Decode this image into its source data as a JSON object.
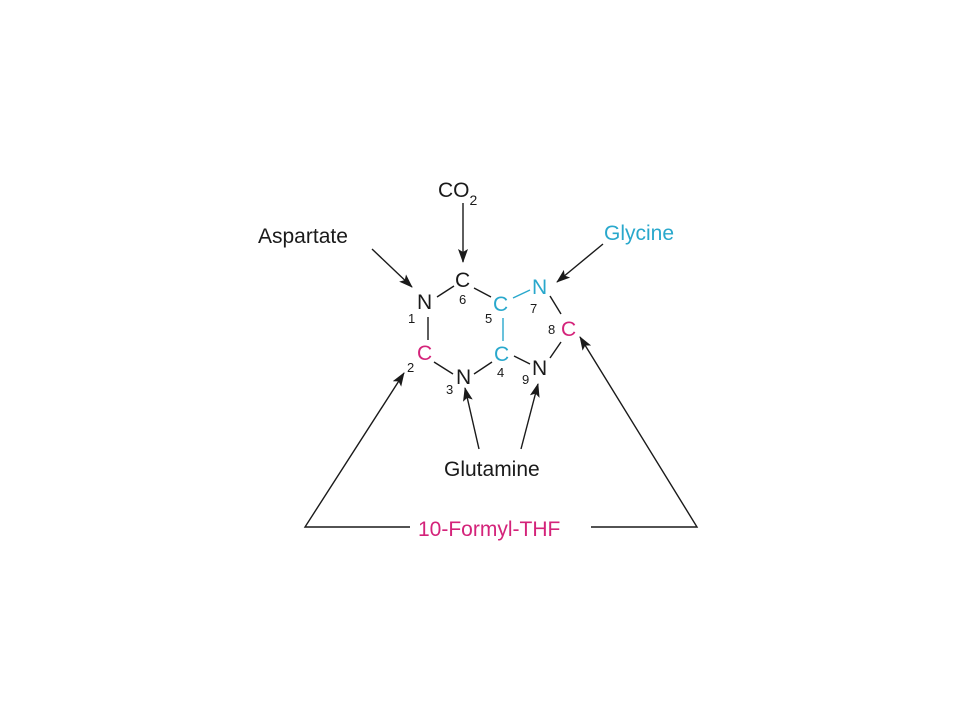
{
  "colors": {
    "black": "#1a1a1a",
    "glycine_blue": "#29a8cc",
    "formyl_magenta": "#d4237a"
  },
  "sources": {
    "co2": "CO",
    "co2_subscript": "2",
    "aspartate": "Aspartate",
    "glycine": "Glycine",
    "glutamine": "Glutamine",
    "formyl_thf": "10-Formyl-THF"
  },
  "ring": {
    "atoms": {
      "n1": "N",
      "c2": "C",
      "n3": "N",
      "c4": "C",
      "c5": "C",
      "c6": "C",
      "n7": "N",
      "c8": "C",
      "n9": "N"
    },
    "numbers": {
      "n1": "1",
      "c2": "2",
      "n3": "3",
      "c4": "4",
      "c5": "5",
      "c6": "6",
      "n7": "7",
      "c8": "8",
      "n9": "9"
    }
  }
}
